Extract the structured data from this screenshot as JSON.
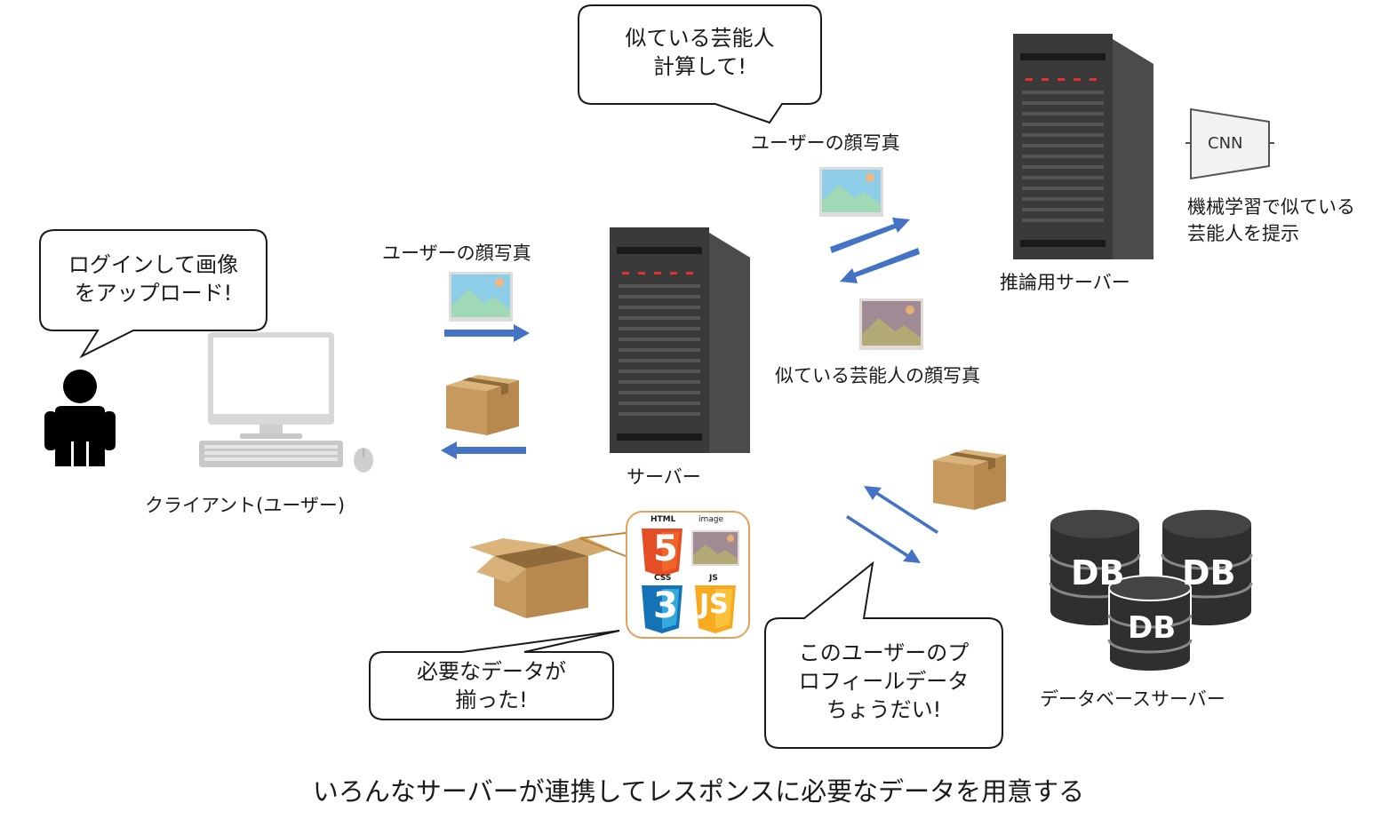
{
  "bubbles": {
    "client": "ログインして画像\nをアップロード!",
    "inference": "似ている芸能人\n計算して!",
    "assembled": "必要なデータが\n揃った!",
    "profile": "このユーザーのプ\nロフィールデータ\nちょうだい!"
  },
  "labels": {
    "client": "クライアント(ユーザー)",
    "server": "サーバー",
    "inference_server": "推論用サーバー",
    "db_server": "データベースサーバー",
    "photo_to_server": "ユーザーの顔写真",
    "photo_to_inference": "ユーザーの顔写真",
    "similar_photo": "似ている芸能人の顔写真",
    "ml_note": "機械学習で似ている\n芸能人を提示"
  },
  "cnn": "CNN",
  "db_label": "DB",
  "files": {
    "html": "HTML",
    "html_digit": "5",
    "css": "CSS",
    "css_digit": "3",
    "js": "JS",
    "js_glyph": "JS",
    "image": "image"
  },
  "caption": "いろんなサーバーが連携してレスポンスに必要なデータを用意する",
  "colors": {
    "arrow": "#4472c4",
    "box": "#c69a5e",
    "server": "#3a3a3a",
    "led": "#e03030",
    "html5": "#e44d26",
    "css3": "#1572b6",
    "js": "#f7a920",
    "frame": "#e2a15a"
  }
}
